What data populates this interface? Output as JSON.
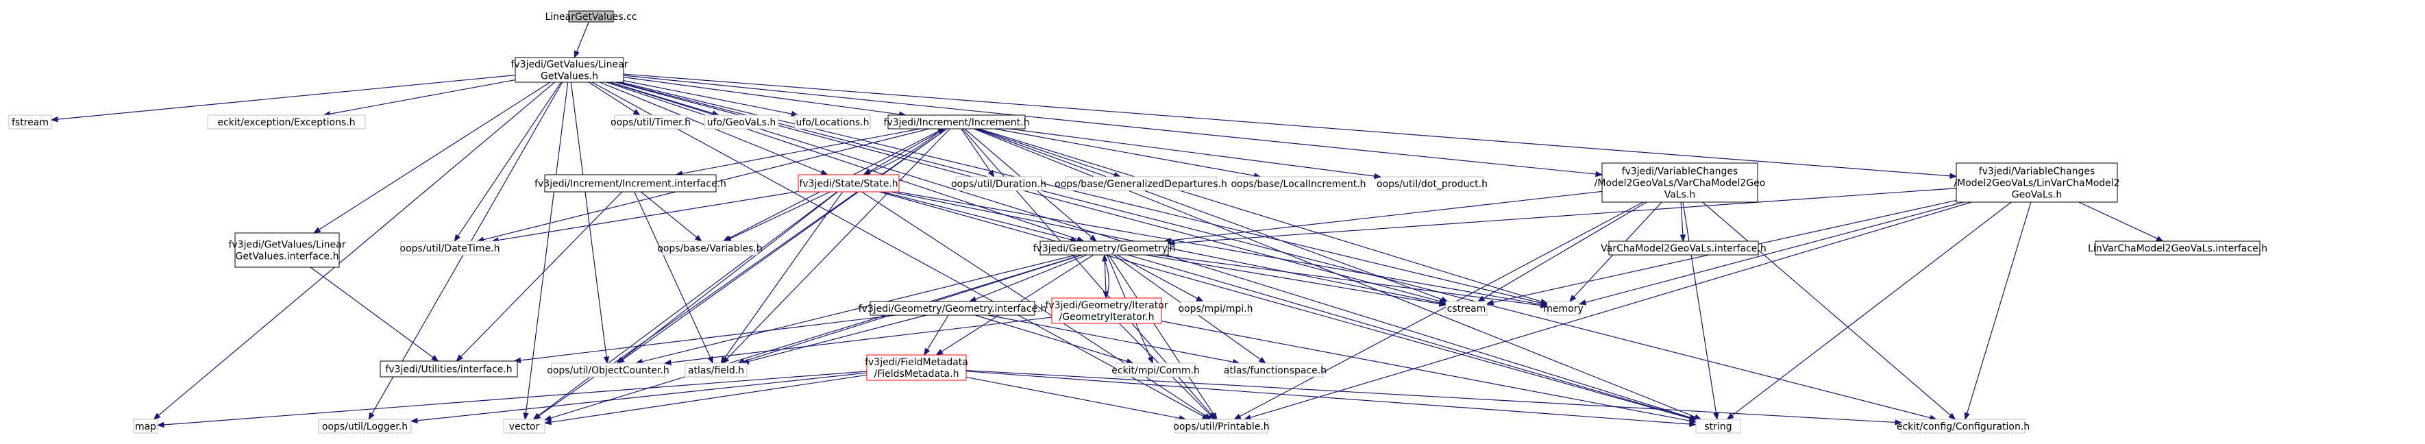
{
  "colors": {
    "edge": "#191970",
    "root_fill": "#bfbfbf",
    "border_documented": "#000000",
    "border_truncated": "#ff0000",
    "border_external": "#bfbfbf"
  },
  "nodes": [
    {
      "id": "root",
      "label": [
        "LinearGetValues.cc"
      ],
      "kind": "root"
    },
    {
      "id": "lgvh",
      "label": [
        "fv3jedi/GetValues/Linear",
        "GetValues.h"
      ],
      "kind": "doc"
    },
    {
      "id": "fstream",
      "label": [
        "fstream"
      ],
      "kind": "ext"
    },
    {
      "id": "eckitexc",
      "label": [
        "eckit/exception/Exceptions.h"
      ],
      "kind": "ext"
    },
    {
      "id": "timer",
      "label": [
        "oops/util/Timer.h"
      ],
      "kind": "ext"
    },
    {
      "id": "ufogeo",
      "label": [
        "ufo/GeoVaLs.h"
      ],
      "kind": "ext"
    },
    {
      "id": "ufoloc",
      "label": [
        "ufo/Locations.h"
      ],
      "kind": "ext"
    },
    {
      "id": "incr",
      "label": [
        "fv3jedi/Increment/Increment.h"
      ],
      "kind": "doc"
    },
    {
      "id": "vc1",
      "label": [
        "fv3jedi/VariableChanges",
        "/Model2GeoVaLs/VarChaModel2Geo",
        "VaLs.h"
      ],
      "kind": "doc"
    },
    {
      "id": "vc2",
      "label": [
        "fv3jedi/VariableChanges",
        "/Model2GeoVaLs/LinVarChaModel2",
        "GeoVaLs.h"
      ],
      "kind": "doc"
    },
    {
      "id": "incrif",
      "label": [
        "fv3jedi/Increment/Increment.interface.h"
      ],
      "kind": "doc"
    },
    {
      "id": "state",
      "label": [
        "fv3jedi/State/State.h"
      ],
      "kind": "trunc"
    },
    {
      "id": "duration",
      "label": [
        "oops/util/Duration.h"
      ],
      "kind": "ext"
    },
    {
      "id": "gendep",
      "label": [
        "oops/base/GeneralizedDepartures.h"
      ],
      "kind": "ext"
    },
    {
      "id": "locincr",
      "label": [
        "oops/base/LocalIncrement.h"
      ],
      "kind": "ext"
    },
    {
      "id": "dotprod",
      "label": [
        "oops/util/dot_product.h"
      ],
      "kind": "ext"
    },
    {
      "id": "lgvif",
      "label": [
        "fv3jedi/GetValues/Linear",
        "GetValues.interface.h"
      ],
      "kind": "doc"
    },
    {
      "id": "datetime",
      "label": [
        "oops/util/DateTime.h"
      ],
      "kind": "ext"
    },
    {
      "id": "variables",
      "label": [
        "oops/base/Variables.h"
      ],
      "kind": "ext"
    },
    {
      "id": "geom",
      "label": [
        "fv3jedi/Geometry/Geometry.h"
      ],
      "kind": "doc"
    },
    {
      "id": "vc1if",
      "label": [
        "VarChaModel2GeoVaLs.interface.h"
      ],
      "kind": "doc"
    },
    {
      "id": "vc2if",
      "label": [
        "LinVarChaModel2GeoVaLs.interface.h"
      ],
      "kind": "doc"
    },
    {
      "id": "geomif",
      "label": [
        "fv3jedi/Geometry/Geometry.interface.h"
      ],
      "kind": "doc"
    },
    {
      "id": "geomit",
      "label": [
        "fv3jedi/Geometry/Iterator",
        "/GeometryIterator.h"
      ],
      "kind": "trunc"
    },
    {
      "id": "mpi",
      "label": [
        "oops/mpi/mpi.h"
      ],
      "kind": "ext"
    },
    {
      "id": "cstream",
      "label": [
        "cstream"
      ],
      "kind": "ext"
    },
    {
      "id": "memory",
      "label": [
        "memory"
      ],
      "kind": "ext"
    },
    {
      "id": "utilif",
      "label": [
        "fv3jedi/Utilities/interface.h"
      ],
      "kind": "doc"
    },
    {
      "id": "objcnt",
      "label": [
        "oops/util/ObjectCounter.h"
      ],
      "kind": "ext"
    },
    {
      "id": "atlasfield",
      "label": [
        "atlas/field.h"
      ],
      "kind": "ext"
    },
    {
      "id": "eckitcomm",
      "label": [
        "eckit/mpi/Comm.h"
      ],
      "kind": "ext"
    },
    {
      "id": "atlasfs",
      "label": [
        "atlas/functionspace.h"
      ],
      "kind": "ext"
    },
    {
      "id": "fieldmeta",
      "label": [
        "fv3jedi/FieldMetadata",
        "/FieldsMetadata.h"
      ],
      "kind": "trunc"
    },
    {
      "id": "map",
      "label": [
        "map"
      ],
      "kind": "ext"
    },
    {
      "id": "logger",
      "label": [
        "oops/util/Logger.h"
      ],
      "kind": "ext"
    },
    {
      "id": "vector",
      "label": [
        "vector"
      ],
      "kind": "ext"
    },
    {
      "id": "printable",
      "label": [
        "oops/util/Printable.h"
      ],
      "kind": "ext"
    },
    {
      "id": "string",
      "label": [
        "string"
      ],
      "kind": "ext"
    },
    {
      "id": "eckitconf",
      "label": [
        "eckit/config/Configuration.h"
      ],
      "kind": "ext"
    }
  ],
  "edges": [
    [
      "root",
      "lgvh"
    ],
    [
      "lgvh",
      "fstream"
    ],
    [
      "lgvh",
      "eckitexc"
    ],
    [
      "lgvh",
      "timer"
    ],
    [
      "lgvh",
      "ufogeo"
    ],
    [
      "lgvh",
      "ufoloc"
    ],
    [
      "lgvh",
      "incr"
    ],
    [
      "lgvh",
      "vc1"
    ],
    [
      "lgvh",
      "vc2"
    ],
    [
      "lgvh",
      "lgvif"
    ],
    [
      "lgvh",
      "datetime"
    ],
    [
      "lgvh",
      "state"
    ],
    [
      "lgvh",
      "geom"
    ],
    [
      "lgvh",
      "cstream"
    ],
    [
      "lgvh",
      "memory"
    ],
    [
      "lgvh",
      "map"
    ],
    [
      "lgvh",
      "logger"
    ],
    [
      "lgvh",
      "vector"
    ],
    [
      "lgvh",
      "printable"
    ],
    [
      "lgvh",
      "objcnt"
    ],
    [
      "lgvh",
      "string"
    ],
    [
      "lgvh",
      "eckitconf"
    ],
    [
      "incr",
      "incrif"
    ],
    [
      "incr",
      "state"
    ],
    [
      "incr",
      "duration"
    ],
    [
      "incr",
      "gendep"
    ],
    [
      "incr",
      "locincr"
    ],
    [
      "incr",
      "dotprod"
    ],
    [
      "incr",
      "datetime"
    ],
    [
      "incr",
      "variables"
    ],
    [
      "incr",
      "geom"
    ],
    [
      "incr",
      "cstream"
    ],
    [
      "incr",
      "memory"
    ],
    [
      "incr",
      "objcnt"
    ],
    [
      "incr",
      "atlasfield"
    ],
    [
      "incr",
      "vector"
    ],
    [
      "incr",
      "printable"
    ],
    [
      "incr",
      "string"
    ],
    [
      "state",
      "incr"
    ],
    [
      "state",
      "datetime"
    ],
    [
      "state",
      "variables"
    ],
    [
      "state",
      "geom"
    ],
    [
      "state",
      "objcnt"
    ],
    [
      "state",
      "atlasfield"
    ],
    [
      "state",
      "vector"
    ],
    [
      "state",
      "printable"
    ],
    [
      "state",
      "cstream"
    ],
    [
      "state",
      "memory"
    ],
    [
      "state",
      "string"
    ],
    [
      "incrif",
      "variables"
    ],
    [
      "incrif",
      "utilif"
    ],
    [
      "incrif",
      "atlasfield"
    ],
    [
      "lgvif",
      "utilif"
    ],
    [
      "vc1",
      "vc1if"
    ],
    [
      "vc1",
      "geom"
    ],
    [
      "vc1",
      "cstream"
    ],
    [
      "vc1",
      "memory"
    ],
    [
      "vc1",
      "string"
    ],
    [
      "vc1",
      "printable"
    ],
    [
      "vc1",
      "eckitconf"
    ],
    [
      "vc2",
      "vc2if"
    ],
    [
      "vc2",
      "geom"
    ],
    [
      "vc2",
      "cstream"
    ],
    [
      "vc2",
      "memory"
    ],
    [
      "vc2",
      "string"
    ],
    [
      "vc2",
      "printable"
    ],
    [
      "vc2",
      "eckitconf"
    ],
    [
      "geom",
      "geomif"
    ],
    [
      "geom",
      "geomit"
    ],
    [
      "geom",
      "mpi"
    ],
    [
      "geom",
      "cstream"
    ],
    [
      "geom",
      "memory"
    ],
    [
      "geom",
      "fieldmeta"
    ],
    [
      "geom",
      "objcnt"
    ],
    [
      "geom",
      "atlasfield"
    ],
    [
      "geom",
      "eckitcomm"
    ],
    [
      "geom",
      "atlasfs"
    ],
    [
      "geom",
      "vector"
    ],
    [
      "geom",
      "printable"
    ],
    [
      "geom",
      "string"
    ],
    [
      "geomit",
      "geom"
    ],
    [
      "geomit",
      "objcnt"
    ],
    [
      "geomit",
      "printable"
    ],
    [
      "geomit",
      "string"
    ],
    [
      "geomif",
      "utilif"
    ],
    [
      "geomif",
      "atlasfield"
    ],
    [
      "geomif",
      "eckitcomm"
    ],
    [
      "geomif",
      "atlasfs"
    ],
    [
      "geomif",
      "fieldmeta"
    ],
    [
      "fieldmeta",
      "map"
    ],
    [
      "fieldmeta",
      "logger"
    ],
    [
      "fieldmeta",
      "vector"
    ],
    [
      "fieldmeta",
      "printable"
    ],
    [
      "fieldmeta",
      "string"
    ],
    [
      "fieldmeta",
      "eckitconf"
    ]
  ]
}
